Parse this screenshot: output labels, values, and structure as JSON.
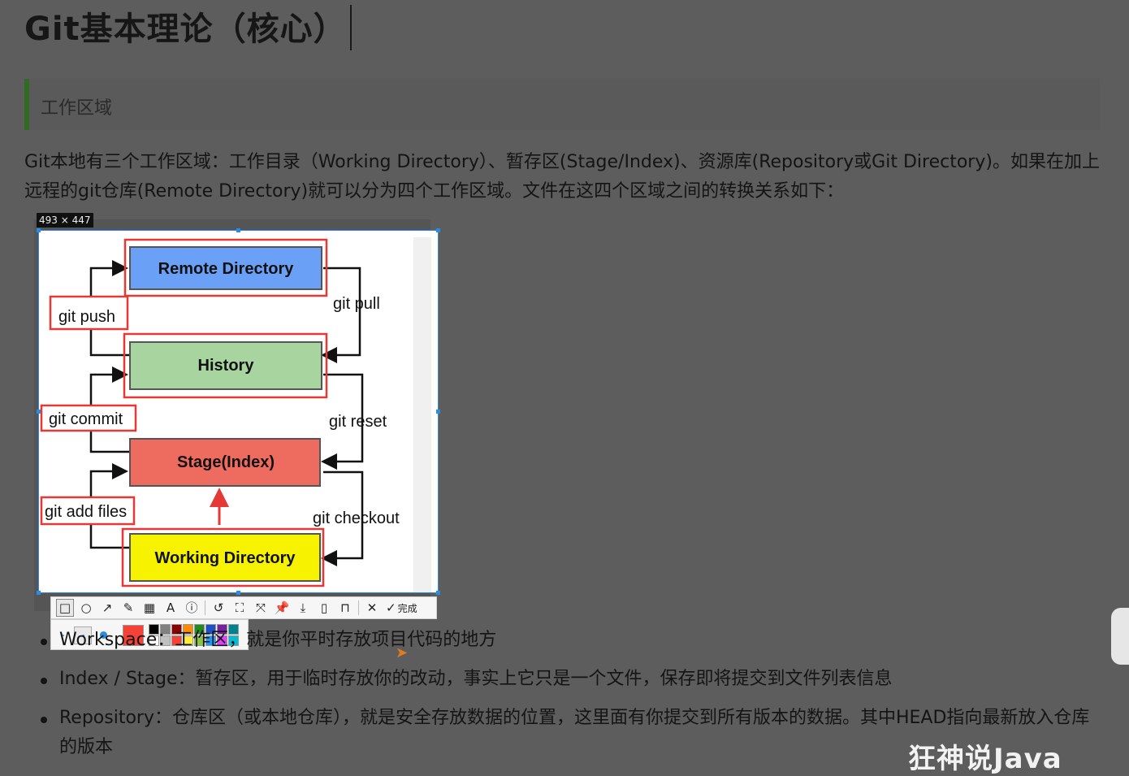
{
  "page": {
    "title": "Git基本理论（核心）",
    "quote": "工作区域",
    "paragraph": "Git本地有三个工作区域：工作目录（Working Directory）、暂存区(Stage/Index)、资源库(Repository或Git Directory)。如果在加上远程的git仓库(Remote Directory)就可以分为四个工作区域。文件在这四个区域之间的转换关系如下："
  },
  "selection": {
    "size_label": "493 × 447"
  },
  "diagram": {
    "boxes": [
      {
        "id": "remote",
        "label": "Remote Directory",
        "fill": "#6aa0f5"
      },
      {
        "id": "history",
        "label": "History",
        "fill": "#a8d4a0"
      },
      {
        "id": "stage",
        "label": "Stage(Index)",
        "fill": "#ee6b60"
      },
      {
        "id": "working",
        "label": "Working Directory",
        "fill": "#f7f200"
      }
    ],
    "commands": {
      "push": "git push",
      "pull": "git pull",
      "commit": "git commit",
      "reset": "git reset",
      "add": "git add files",
      "checkout": "git checkout"
    }
  },
  "toolbar": {
    "tools": [
      {
        "name": "rectangle-tool",
        "glyph": "□",
        "active": true
      },
      {
        "name": "ellipse-tool",
        "glyph": "○"
      },
      {
        "name": "arrow-tool",
        "glyph": "↗"
      },
      {
        "name": "pen-tool",
        "glyph": "✎"
      },
      {
        "name": "mosaic-tool",
        "glyph": "▦"
      },
      {
        "name": "text-tool",
        "glyph": "A"
      },
      {
        "name": "number-tool",
        "glyph": "ⓘ"
      },
      {
        "name": "undo-tool",
        "glyph": "↺"
      },
      {
        "name": "ocr-tool",
        "glyph": "⛶"
      },
      {
        "name": "translate-tool",
        "glyph": "⤧"
      },
      {
        "name": "pin-tool",
        "glyph": "📌"
      },
      {
        "name": "download-tool",
        "glyph": "⤓"
      },
      {
        "name": "save-tool",
        "glyph": "▯"
      },
      {
        "name": "bookmark-tool",
        "glyph": "⊓"
      },
      {
        "name": "close-tool",
        "glyph": "✕"
      }
    ],
    "done_label": "完成"
  },
  "palette": {
    "current_color": "#f44336",
    "swatches": [
      "#000000",
      "#808080",
      "#8b0000",
      "#ff8c00",
      "#228b22",
      "#1e50c8",
      "#7b1fa2",
      "#00838f",
      "#ffffff",
      "#c0c0c0",
      "#f44336",
      "#ffeb3b",
      "#8bc34a",
      "#2196f3",
      "#e040fb",
      "#00bcd4"
    ]
  },
  "list": [
    {
      "text": "Workspace：工作区，就是你平时存放项目代码的地方"
    },
    {
      "text": "Index / Stage：暂存区，用于临时存放你的改动，事实上它只是一个文件，保存即将提交到文件列表信息"
    },
    {
      "text": "Repository：仓库区（或本地仓库），就是安全存放数据的位置，这里面有你提交到所有版本的数据。其中HEAD指向最新放入仓库的版本"
    }
  ],
  "watermark": "狂神说Java"
}
